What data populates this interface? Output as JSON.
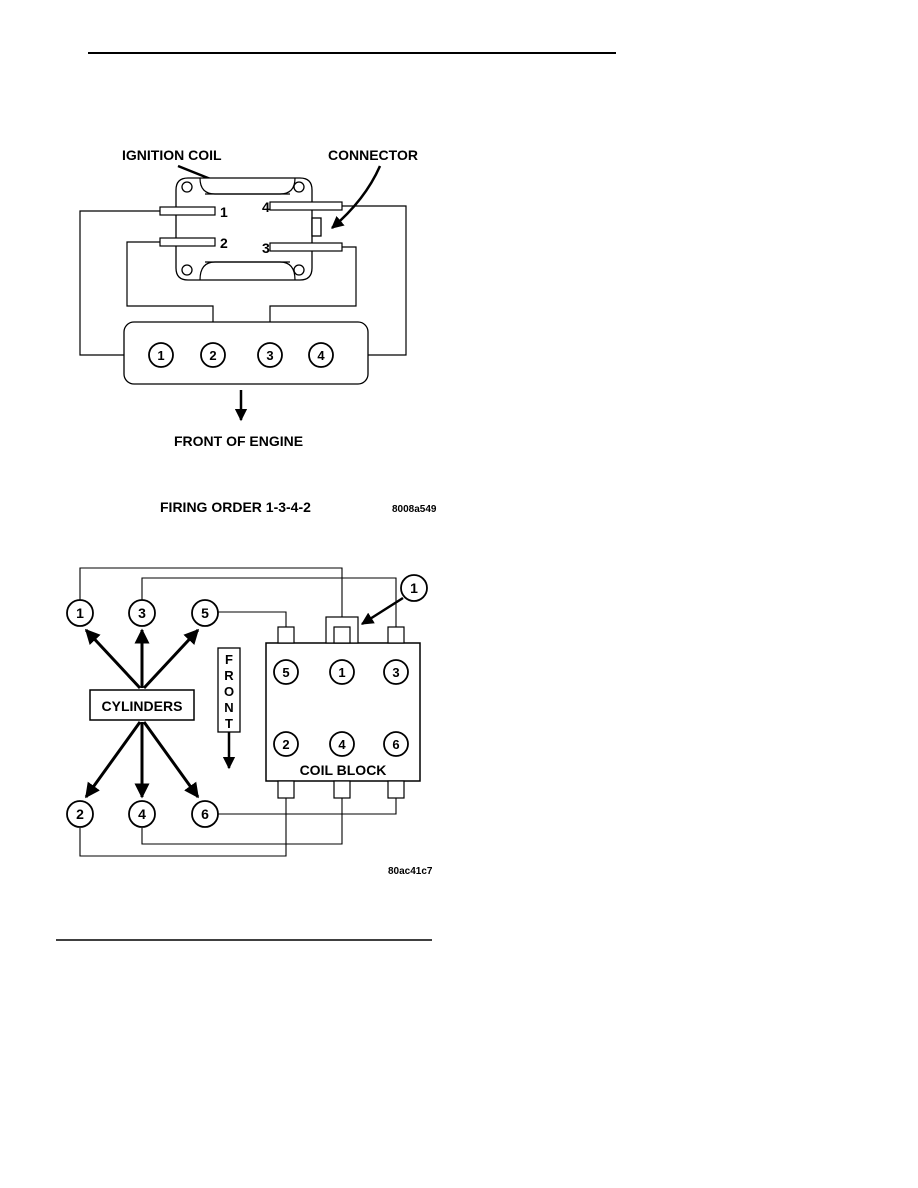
{
  "diagram1": {
    "ignition_coil_label": "IGNITION COIL",
    "connector_label": "CONNECTOR",
    "coil_terminals": [
      "1",
      "2",
      "3",
      "4"
    ],
    "cylinders": [
      "1",
      "2",
      "3",
      "4"
    ],
    "front_label": "FRONT OF ENGINE",
    "firing_order": "FIRING ORDER 1-3-4-2",
    "ref_code": "8008a549"
  },
  "diagram2": {
    "cylinders_label": "CYLINDERS",
    "cylinders_top": [
      "1",
      "3",
      "5"
    ],
    "cylinders_bottom": [
      "2",
      "4",
      "6"
    ],
    "front_letters": [
      "F",
      "R",
      "O",
      "N",
      "T"
    ],
    "coil_block_label": "COIL BLOCK",
    "coil_top": [
      "5",
      "1",
      "3"
    ],
    "coil_bottom": [
      "2",
      "4",
      "6"
    ],
    "callout": "1",
    "ref_code": "80ac41c7"
  }
}
